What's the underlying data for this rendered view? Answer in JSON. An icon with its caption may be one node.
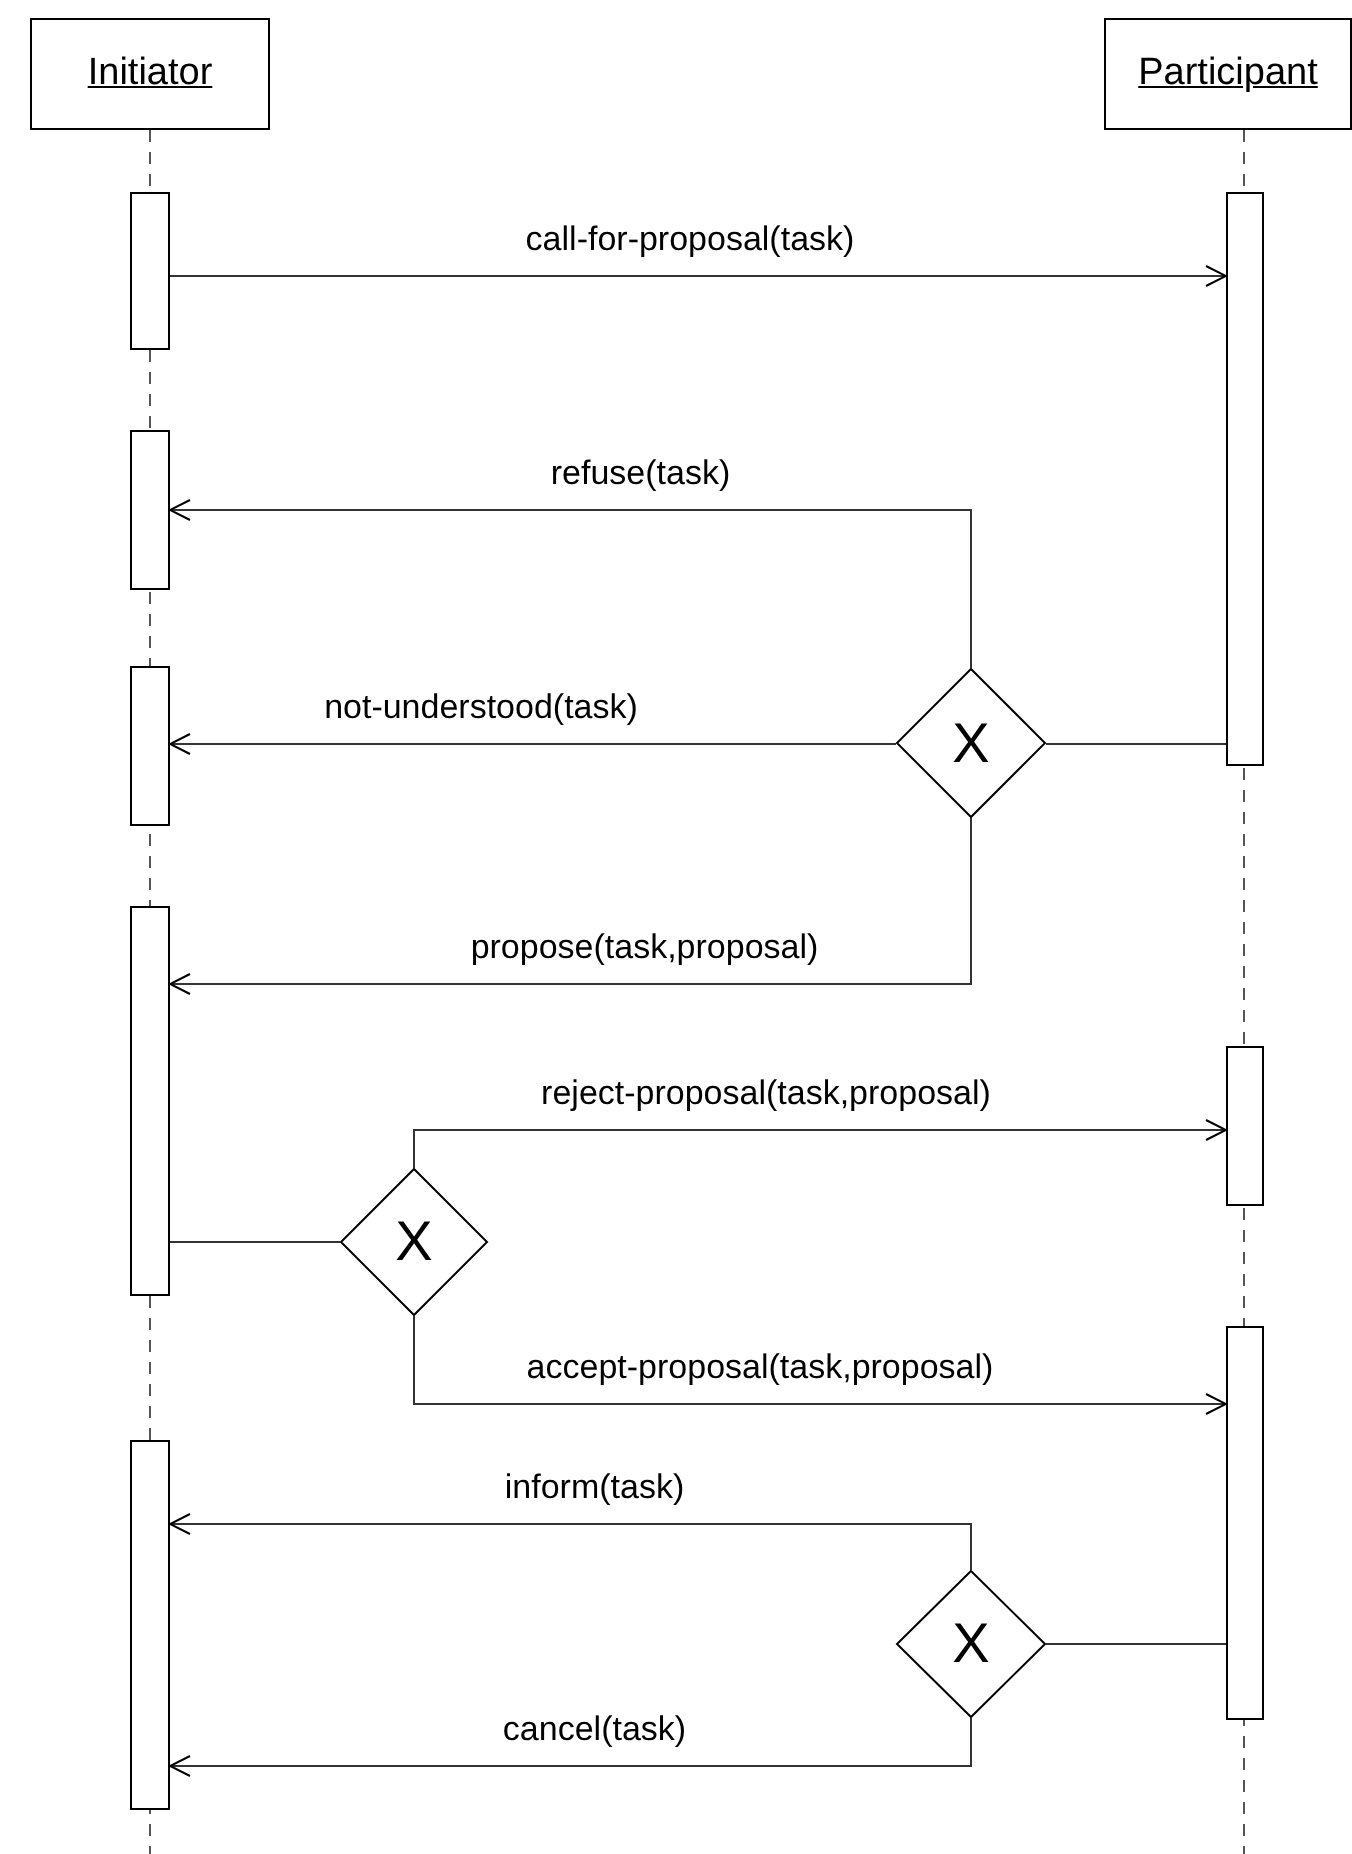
{
  "diagram": {
    "nodes": [
      {
        "text": [
          "Initiator"
        ]
      },
      {
        "text": [
          "Participant"
        ]
      },
      {
        "text": [],
        "shape": "bar"
      },
      {
        "text": [],
        "shape": "bar"
      },
      {
        "text": [],
        "shape": "bar"
      },
      {
        "text": [],
        "shape": "bar"
      },
      {
        "text": [
          "X"
        ]
      },
      {
        "text": [],
        "shape": "bar"
      },
      {
        "text": [],
        "shape": "bar"
      },
      {
        "text": [
          "X"
        ]
      },
      {
        "text": [],
        "shape": "bar"
      },
      {
        "text": [],
        "shape": "bar"
      },
      {
        "text": [
          "X"
        ]
      }
    ],
    "edges": [
      {
        "from": 2,
        "to": 3,
        "arrow": "to",
        "label": "call-for-proposal(task)"
      },
      {
        "from": 3,
        "to": 6,
        "arrow": "none"
      },
      {
        "from": 6,
        "to": 4,
        "arrow": "to",
        "label": "refuse(task)"
      },
      {
        "from": 6,
        "to": 5,
        "arrow": "to",
        "label": "not-understood(task)"
      },
      {
        "from": 6,
        "to": 7,
        "arrow": "to",
        "label": "propose(task,proposal)"
      },
      {
        "from": 7,
        "to": 9,
        "arrow": "none"
      },
      {
        "from": 9,
        "to": 8,
        "arrow": "to",
        "label": "reject-proposal(task,proposal)"
      },
      {
        "from": 9,
        "to": 10,
        "arrow": "to",
        "label": "accept-proposal(task,proposal)"
      },
      {
        "from": 10,
        "to": 12,
        "arrow": "none"
      },
      {
        "from": 12,
        "to": 11,
        "arrow": "to",
        "label": "inform(task)"
      },
      {
        "from": 12,
        "to": 11,
        "arrow": "to",
        "label": "cancel(task)"
      }
    ]
  }
}
